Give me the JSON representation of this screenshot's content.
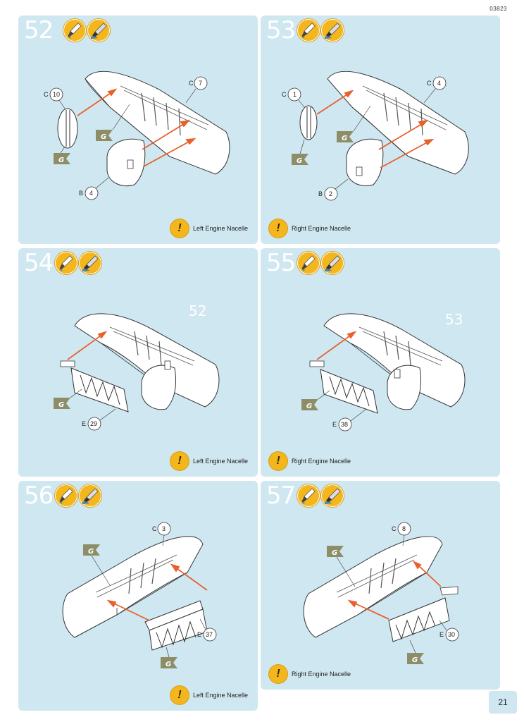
{
  "doc_code": "03823",
  "page_number": "21",
  "steps": [
    {
      "id": "52",
      "number": "52",
      "note": "Left Engine Nacelle",
      "callouts": [
        {
          "letter": "C",
          "num": "10"
        },
        {
          "letter": "C",
          "num": "7"
        },
        {
          "letter": "B",
          "num": "4"
        }
      ],
      "glue_marks": [
        "G",
        "G"
      ]
    },
    {
      "id": "53",
      "number": "53",
      "note": "Right Engine Nacelle",
      "callouts": [
        {
          "letter": "C",
          "num": "1"
        },
        {
          "letter": "C",
          "num": "4"
        },
        {
          "letter": "B",
          "num": "2"
        }
      ],
      "glue_marks": [
        "G",
        "G"
      ]
    },
    {
      "id": "54",
      "number": "54",
      "note": "Left Engine Nacelle",
      "ref_step": "52",
      "callouts": [
        {
          "letter": "E",
          "num": "29"
        }
      ],
      "glue_marks": [
        "G"
      ]
    },
    {
      "id": "55",
      "number": "55",
      "note": "Right Engine Nacelle",
      "ref_step": "53",
      "callouts": [
        {
          "letter": "E",
          "num": "38"
        }
      ],
      "glue_marks": [
        "G"
      ]
    },
    {
      "id": "56",
      "number": "56",
      "note": "Left Engine Nacelle",
      "callouts": [
        {
          "letter": "C",
          "num": "3"
        },
        {
          "letter": "E",
          "num": "37"
        }
      ],
      "glue_marks": [
        "G",
        "G"
      ]
    },
    {
      "id": "57",
      "number": "57",
      "note": "Right Engine Nacelle",
      "callouts": [
        {
          "letter": "C",
          "num": "8"
        },
        {
          "letter": "E",
          "num": "30"
        }
      ],
      "glue_marks": [
        "G",
        "G"
      ]
    }
  ],
  "icons": {
    "paint": "paint-brush-icon",
    "glue": "glue-tube-icon",
    "warning": "exclamation-icon"
  },
  "colors": {
    "panel": "#cfe7f1",
    "badge": "#f3b61d",
    "arrow": "#e8602c",
    "glue_flag": "#8d8e68"
  }
}
